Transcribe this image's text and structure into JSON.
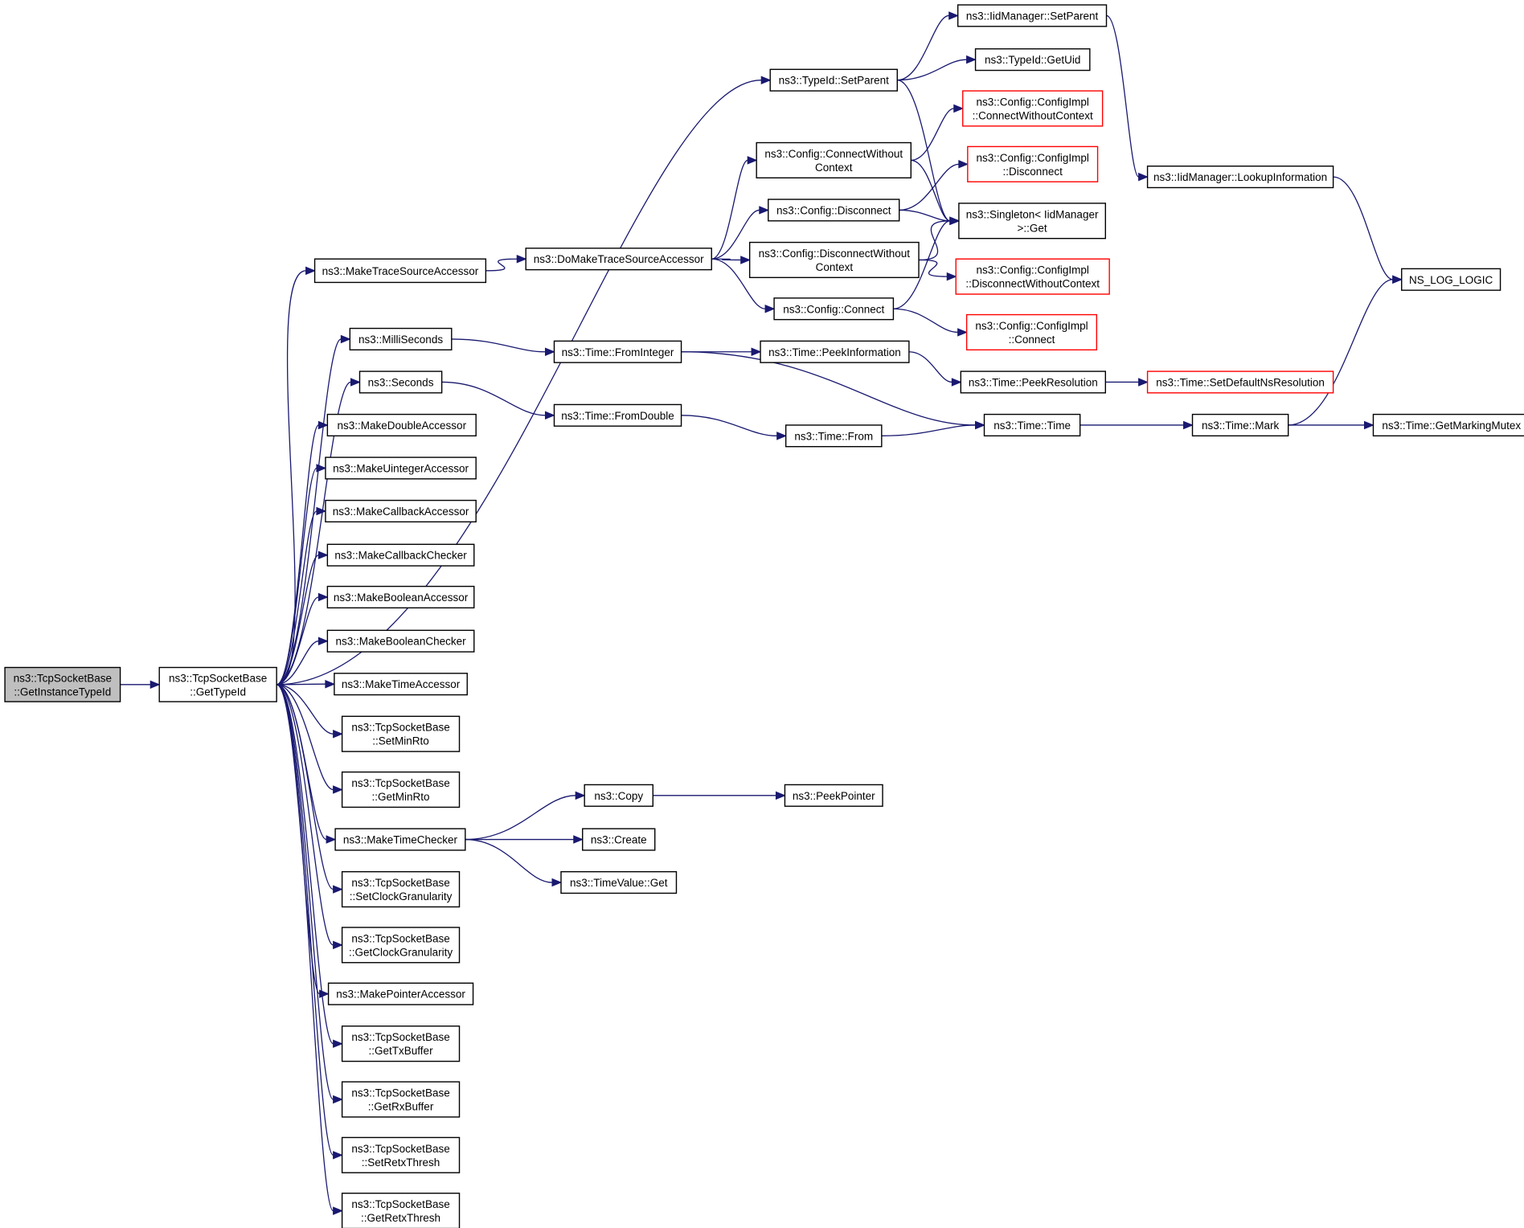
{
  "nodes": [
    {
      "id": "GetInstanceTypeId",
      "lines": [
        "ns3::TcpSocketBase",
        "::GetInstanceTypeId"
      ],
      "style": "focus"
    },
    {
      "id": "GetTypeId",
      "lines": [
        "ns3::TcpSocketBase",
        "::GetTypeId"
      ]
    },
    {
      "id": "TypeIdSetParent",
      "lines": [
        "ns3::TypeId::SetParent"
      ]
    },
    {
      "id": "IidManagerSetParent",
      "lines": [
        "ns3::IidManager::SetParent"
      ]
    },
    {
      "id": "TypeIdGetUid",
      "lines": [
        "ns3::TypeId::GetUid"
      ]
    },
    {
      "id": "ConfigImplConnectWithoutContext",
      "lines": [
        "ns3::Config::ConfigImpl",
        "::ConnectWithoutContext"
      ],
      "style": "red"
    },
    {
      "id": "ConfigConnectWithoutContext",
      "lines": [
        "ns3::Config::ConnectWithout",
        "Context"
      ]
    },
    {
      "id": "ConfigImplDisconnect",
      "lines": [
        "ns3::Config::ConfigImpl",
        "::Disconnect"
      ],
      "style": "red"
    },
    {
      "id": "IidManagerLookupInformation",
      "lines": [
        "ns3::IidManager::LookupInformation"
      ]
    },
    {
      "id": "ConfigDisconnect",
      "lines": [
        "ns3::Config::Disconnect"
      ]
    },
    {
      "id": "SingletonGet",
      "lines": [
        "ns3::Singleton< IidManager",
        ">::Get"
      ]
    },
    {
      "id": "MakeTraceSourceAccessor",
      "lines": [
        "ns3::MakeTraceSourceAccessor"
      ]
    },
    {
      "id": "DoMakeTraceSourceAccessor",
      "lines": [
        "ns3::DoMakeTraceSourceAccessor"
      ]
    },
    {
      "id": "ConfigDisconnectWithoutContext",
      "lines": [
        "ns3::Config::DisconnectWithout",
        "Context"
      ]
    },
    {
      "id": "ConfigImplDisconnectWithoutContext",
      "lines": [
        "ns3::Config::ConfigImpl",
        "::DisconnectWithoutContext"
      ],
      "style": "red"
    },
    {
      "id": "NS_LOG_LOGIC",
      "lines": [
        "NS_LOG_LOGIC"
      ]
    },
    {
      "id": "ConfigConnect",
      "lines": [
        "ns3::Config::Connect"
      ]
    },
    {
      "id": "ConfigImplConnect",
      "lines": [
        "ns3::Config::ConfigImpl",
        "::Connect"
      ],
      "style": "red"
    },
    {
      "id": "MilliSeconds",
      "lines": [
        "ns3::MilliSeconds"
      ]
    },
    {
      "id": "TimeFromInteger",
      "lines": [
        "ns3::Time::FromInteger"
      ]
    },
    {
      "id": "TimePeekInformation",
      "lines": [
        "ns3::Time::PeekInformation"
      ]
    },
    {
      "id": "Seconds",
      "lines": [
        "ns3::Seconds"
      ]
    },
    {
      "id": "TimePeekResolution",
      "lines": [
        "ns3::Time::PeekResolution"
      ]
    },
    {
      "id": "TimeSetDefaultNsResolution",
      "lines": [
        "ns3::Time::SetDefaultNsResolution"
      ],
      "style": "red"
    },
    {
      "id": "TimeFromDouble",
      "lines": [
        "ns3::Time::FromDouble"
      ]
    },
    {
      "id": "MakeDoubleAccessor",
      "lines": [
        "ns3::MakeDoubleAccessor"
      ]
    },
    {
      "id": "TimeTime",
      "lines": [
        "ns3::Time::Time"
      ]
    },
    {
      "id": "TimeMark",
      "lines": [
        "ns3::Time::Mark"
      ]
    },
    {
      "id": "TimeGetMarkingMutex",
      "lines": [
        "ns3::Time::GetMarkingMutex"
      ]
    },
    {
      "id": "TimeFrom",
      "lines": [
        "ns3::Time::From"
      ]
    },
    {
      "id": "MakeUintegerAccessor",
      "lines": [
        "ns3::MakeUintegerAccessor"
      ]
    },
    {
      "id": "MakeCallbackAccessor",
      "lines": [
        "ns3::MakeCallbackAccessor"
      ]
    },
    {
      "id": "MakeCallbackChecker",
      "lines": [
        "ns3::MakeCallbackChecker"
      ]
    },
    {
      "id": "MakeBooleanAccessor",
      "lines": [
        "ns3::MakeBooleanAccessor"
      ]
    },
    {
      "id": "MakeBooleanChecker",
      "lines": [
        "ns3::MakeBooleanChecker"
      ]
    },
    {
      "id": "MakeTimeAccessor",
      "lines": [
        "ns3::MakeTimeAccessor"
      ]
    },
    {
      "id": "SetMinRto",
      "lines": [
        "ns3::TcpSocketBase",
        "::SetMinRto"
      ]
    },
    {
      "id": "GetMinRto",
      "lines": [
        "ns3::TcpSocketBase",
        "::GetMinRto"
      ]
    },
    {
      "id": "Copy",
      "lines": [
        "ns3::Copy"
      ]
    },
    {
      "id": "PeekPointer",
      "lines": [
        "ns3::PeekPointer"
      ]
    },
    {
      "id": "MakeTimeChecker",
      "lines": [
        "ns3::MakeTimeChecker"
      ]
    },
    {
      "id": "Create",
      "lines": [
        "ns3::Create"
      ]
    },
    {
      "id": "TimeValueGet",
      "lines": [
        "ns3::TimeValue::Get"
      ]
    },
    {
      "id": "SetClockGranularity",
      "lines": [
        "ns3::TcpSocketBase",
        "::SetClockGranularity"
      ]
    },
    {
      "id": "GetClockGranularity",
      "lines": [
        "ns3::TcpSocketBase",
        "::GetClockGranularity"
      ]
    },
    {
      "id": "MakePointerAccessor",
      "lines": [
        "ns3::MakePointerAccessor"
      ]
    },
    {
      "id": "GetTxBuffer",
      "lines": [
        "ns3::TcpSocketBase",
        "::GetTxBuffer"
      ]
    },
    {
      "id": "GetRxBuffer",
      "lines": [
        "ns3::TcpSocketBase",
        "::GetRxBuffer"
      ]
    },
    {
      "id": "SetRetxThresh",
      "lines": [
        "ns3::TcpSocketBase",
        "::SetRetxThresh"
      ]
    },
    {
      "id": "GetRetxThresh",
      "lines": [
        "ns3::TcpSocketBase",
        "::GetRetxThresh"
      ]
    }
  ],
  "edges": [
    [
      "GetInstanceTypeId",
      "GetTypeId"
    ],
    [
      "GetTypeId",
      "TypeIdSetParent"
    ],
    [
      "GetTypeId",
      "MakeTraceSourceAccessor"
    ],
    [
      "GetTypeId",
      "MilliSeconds"
    ],
    [
      "GetTypeId",
      "Seconds"
    ],
    [
      "GetTypeId",
      "MakeDoubleAccessor"
    ],
    [
      "GetTypeId",
      "MakeUintegerAccessor"
    ],
    [
      "GetTypeId",
      "MakeCallbackAccessor"
    ],
    [
      "GetTypeId",
      "MakeCallbackChecker"
    ],
    [
      "GetTypeId",
      "MakeBooleanAccessor"
    ],
    [
      "GetTypeId",
      "MakeBooleanChecker"
    ],
    [
      "GetTypeId",
      "MakeTimeAccessor"
    ],
    [
      "GetTypeId",
      "SetMinRto"
    ],
    [
      "GetTypeId",
      "GetMinRto"
    ],
    [
      "GetTypeId",
      "MakeTimeChecker"
    ],
    [
      "GetTypeId",
      "SetClockGranularity"
    ],
    [
      "GetTypeId",
      "GetClockGranularity"
    ],
    [
      "GetTypeId",
      "MakePointerAccessor"
    ],
    [
      "GetTypeId",
      "GetTxBuffer"
    ],
    [
      "GetTypeId",
      "GetRxBuffer"
    ],
    [
      "GetTypeId",
      "SetRetxThresh"
    ],
    [
      "GetTypeId",
      "GetRetxThresh"
    ],
    [
      "TypeIdSetParent",
      "IidManagerSetParent"
    ],
    [
      "TypeIdSetParent",
      "TypeIdGetUid"
    ],
    [
      "TypeIdSetParent",
      "SingletonGet"
    ],
    [
      "IidManagerSetParent",
      "IidManagerLookupInformation"
    ],
    [
      "IidManagerLookupInformation",
      "NS_LOG_LOGIC"
    ],
    [
      "MakeTraceSourceAccessor",
      "DoMakeTraceSourceAccessor"
    ],
    [
      "DoMakeTraceSourceAccessor",
      "ConfigConnectWithoutContext"
    ],
    [
      "DoMakeTraceSourceAccessor",
      "ConfigDisconnect"
    ],
    [
      "DoMakeTraceSourceAccessor",
      "ConfigDisconnectWithoutContext"
    ],
    [
      "DoMakeTraceSourceAccessor",
      "ConfigConnect"
    ],
    [
      "ConfigConnectWithoutContext",
      "ConfigImplConnectWithoutContext"
    ],
    [
      "ConfigConnectWithoutContext",
      "SingletonGet"
    ],
    [
      "ConfigDisconnect",
      "ConfigImplDisconnect"
    ],
    [
      "ConfigDisconnect",
      "SingletonGet"
    ],
    [
      "ConfigDisconnectWithoutContext",
      "SingletonGet"
    ],
    [
      "ConfigDisconnectWithoutContext",
      "ConfigImplDisconnectWithoutContext"
    ],
    [
      "ConfigConnect",
      "SingletonGet"
    ],
    [
      "ConfigConnect",
      "ConfigImplConnect"
    ],
    [
      "MilliSeconds",
      "TimeFromInteger"
    ],
    [
      "TimeFromInteger",
      "TimePeekInformation"
    ],
    [
      "TimeFromInteger",
      "TimeTime"
    ],
    [
      "TimePeekInformation",
      "TimePeekResolution"
    ],
    [
      "TimePeekResolution",
      "TimeSetDefaultNsResolution"
    ],
    [
      "Seconds",
      "TimeFromDouble"
    ],
    [
      "TimeFromDouble",
      "TimeFrom"
    ],
    [
      "TimeFrom",
      "TimeTime"
    ],
    [
      "TimeTime",
      "TimeMark"
    ],
    [
      "TimeMark",
      "NS_LOG_LOGIC"
    ],
    [
      "TimeMark",
      "TimeGetMarkingMutex"
    ],
    [
      "MakeTimeChecker",
      "Copy"
    ],
    [
      "MakeTimeChecker",
      "Create"
    ],
    [
      "MakeTimeChecker",
      "TimeValueGet"
    ],
    [
      "Copy",
      "PeekPointer"
    ]
  ]
}
